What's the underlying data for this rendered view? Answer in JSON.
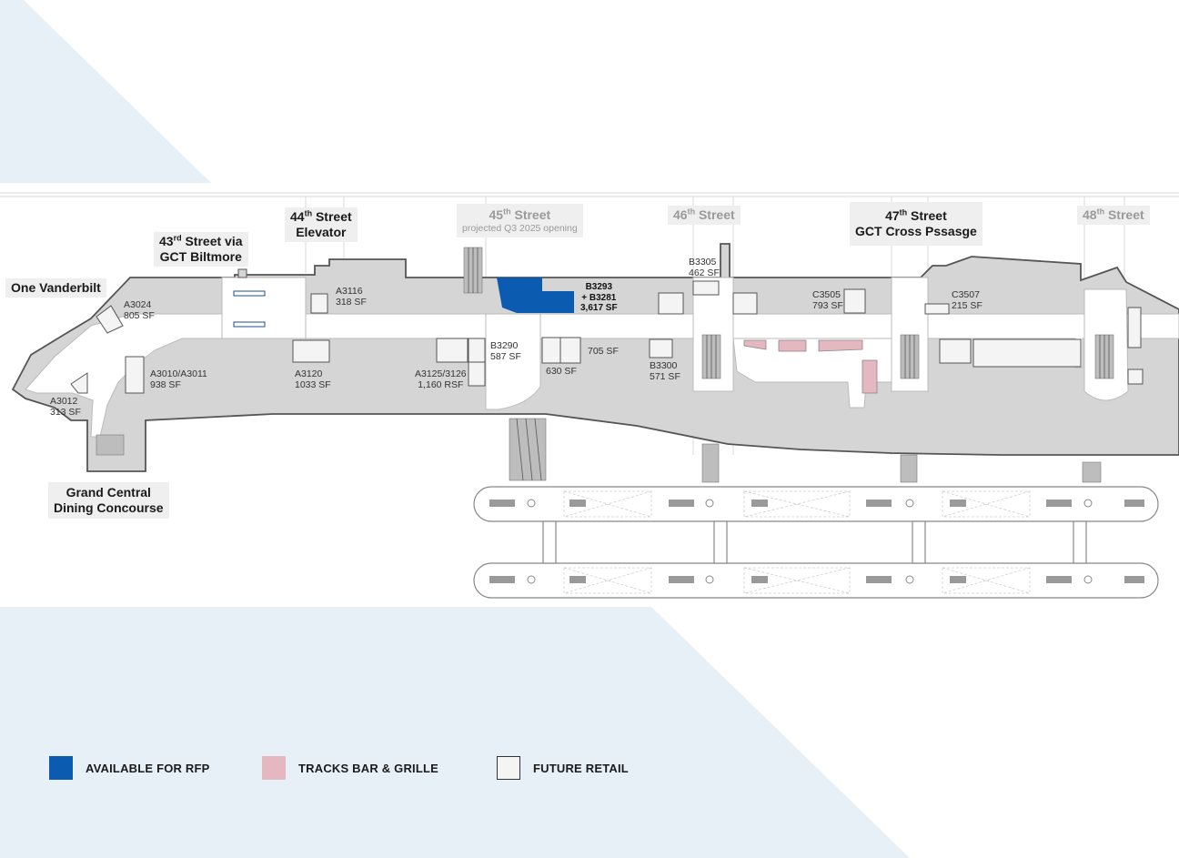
{
  "streets": {
    "one_vanderbilt": "One Vanderbilt",
    "s43": {
      "num": "43",
      "sup": "rd",
      "rest": " Street via",
      "line2": "GCT Biltmore"
    },
    "s44": {
      "num": "44",
      "sup": "th",
      "rest": " Street",
      "line2": "Elevator"
    },
    "s45": {
      "num": "45",
      "sup": "th",
      "rest": " Street",
      "sub": "projected Q3 2025 opening"
    },
    "s46": {
      "num": "46",
      "sup": "th",
      "rest": " Street"
    },
    "s47": {
      "num": "47",
      "sup": "th",
      "rest": " Street",
      "line2": "GCT Cross Pssasge"
    },
    "s48": {
      "num": "48",
      "sup": "th",
      "rest": " Street"
    },
    "dining": {
      "line1": "Grand Central",
      "line2": "Dining Concourse"
    }
  },
  "units": [
    {
      "id": "A3024",
      "area": "805 SF"
    },
    {
      "id": "A3012",
      "area": "313 SF"
    },
    {
      "id": "A3010/A3011",
      "area": "938 SF"
    },
    {
      "id": "A3116",
      "area": "318 SF"
    },
    {
      "id": "A3120",
      "area": "1033 SF"
    },
    {
      "id": "A3125/3126",
      "area": "1,160 RSF"
    },
    {
      "id": "B3290",
      "area": "587 SF"
    },
    {
      "id": "",
      "area": "630 SF"
    },
    {
      "id": "",
      "area": "705 SF"
    },
    {
      "id": "B3305",
      "area": "462 SF"
    },
    {
      "id": "B3300",
      "area": "571 SF"
    },
    {
      "id": "C3505",
      "area": "793 SF"
    },
    {
      "id": "C3507",
      "area": "215 SF"
    }
  ],
  "available_unit": {
    "line1": "B3293",
    "line2": "+ B3281",
    "line3": "3,617 SF"
  },
  "legend": [
    {
      "label": "AVAILABLE FOR RFP",
      "color": "#0b5cb0"
    },
    {
      "label": "TRACKS BAR & GRILLE",
      "color": "#e5b7c0"
    },
    {
      "label": "FUTURE RETAIL",
      "color": "#f4f4f4"
    }
  ],
  "colors": {
    "concourse": "#d5d5d5",
    "corridor": "#ffffff",
    "background_shape": "#e8f0f7",
    "outline": "#555555"
  }
}
